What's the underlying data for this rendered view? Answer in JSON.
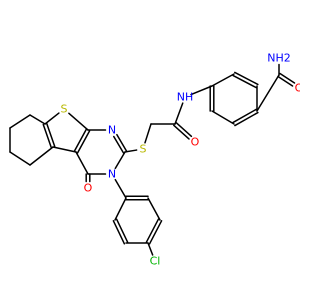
{
  "colors": {
    "carbon": "#000000",
    "nitrogen": "#0000ff",
    "oxygen": "#ff0000",
    "sulfur": "#b8b800",
    "chlorine": "#00b400"
  },
  "atom_labels": {
    "amide_nh2": "NH2",
    "amide_o": "O",
    "amide_nh": "NH",
    "thio_linker_s": "S",
    "acetyl_o": "O",
    "thiophene_s": "S",
    "pyrimidine_n1": "N",
    "pyrimidine_n3": "N",
    "ketone_o": "O",
    "chloro": "Cl"
  }
}
